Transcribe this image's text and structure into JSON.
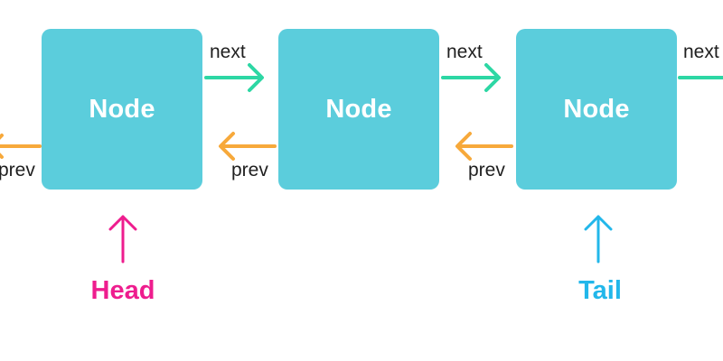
{
  "colors": {
    "node": "#5BCDDC",
    "next_arrow": "#2DD7A4",
    "prev_arrow": "#F7A93B",
    "head": "#EE1D8E",
    "tail": "#22B7EA",
    "background": "#FFFFFF"
  },
  "nodes": [
    {
      "label": "Node"
    },
    {
      "label": "Node"
    },
    {
      "label": "Node"
    }
  ],
  "edges": {
    "next_label": "next",
    "prev_label": "prev"
  },
  "pointers": {
    "head": "Head",
    "tail": "Tail"
  }
}
